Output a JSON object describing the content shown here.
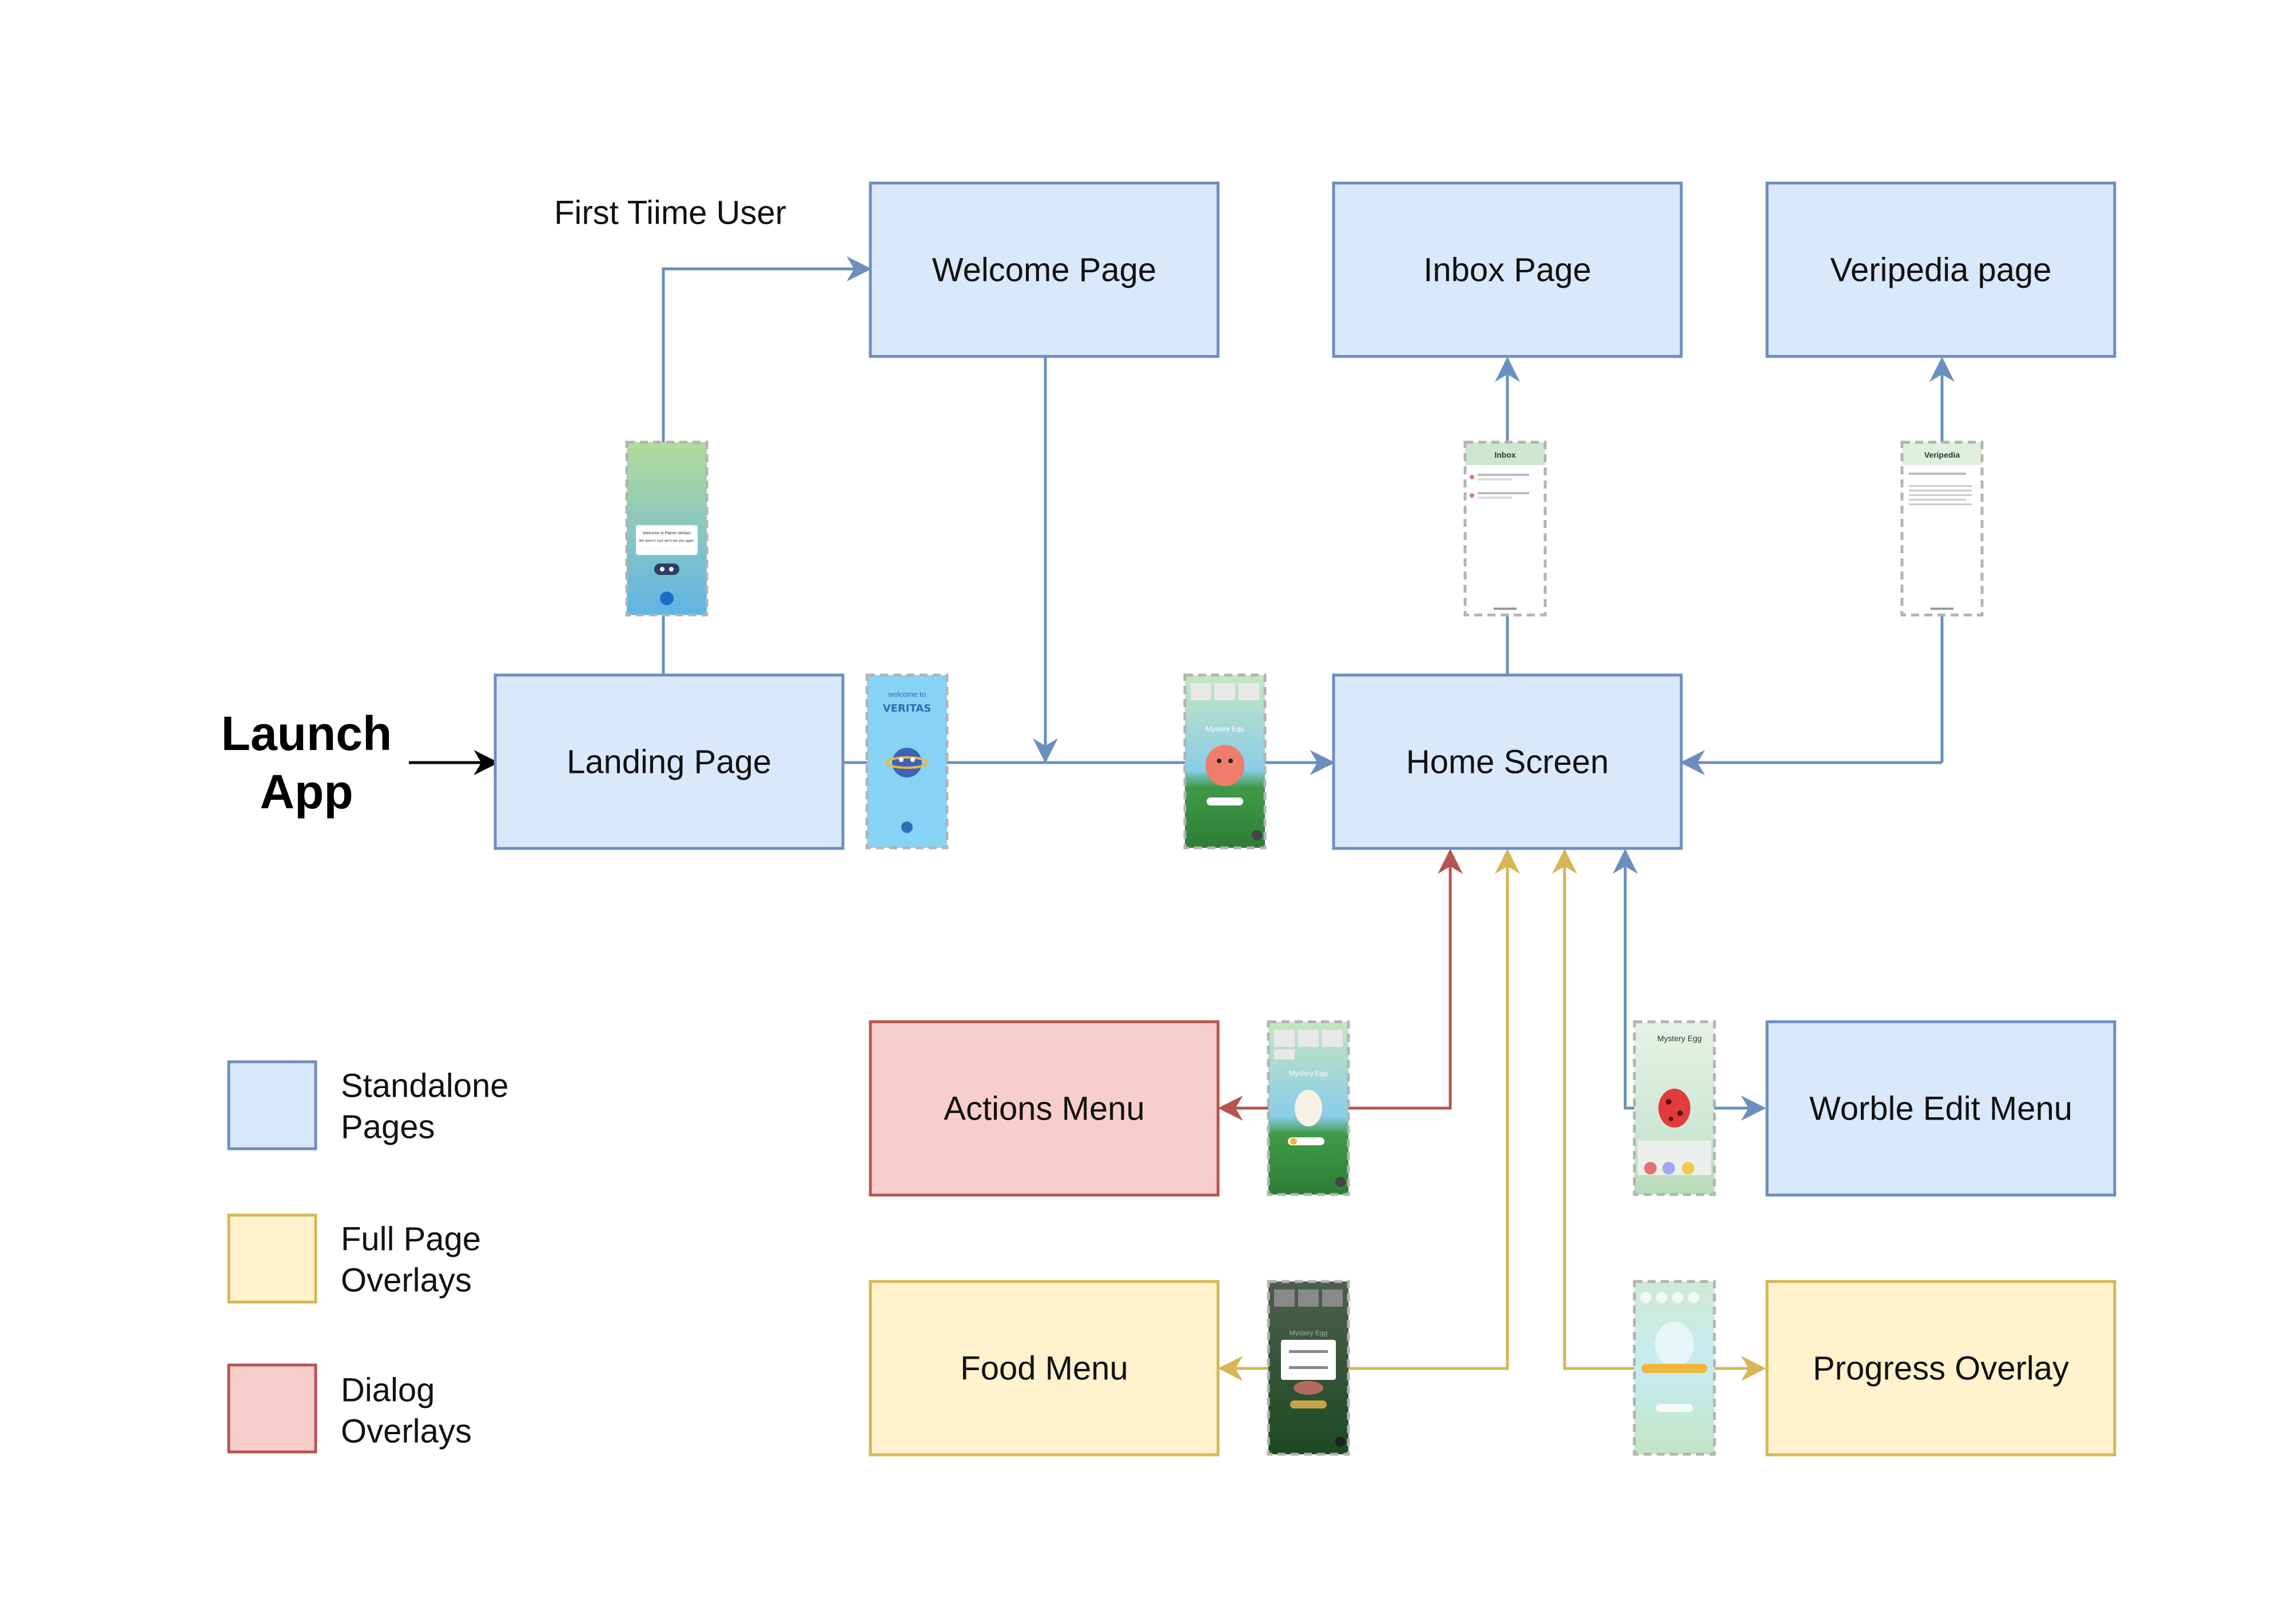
{
  "colors": {
    "standalone_fill": "#dae8fc",
    "standalone_stroke": "#6c8ebf",
    "overlay_fill": "#fff2cc",
    "overlay_stroke": "#d6b656",
    "dialog_fill": "#f8cecc",
    "dialog_stroke": "#b85450",
    "arrow_black": "#000000"
  },
  "launch": {
    "line1": "Launch",
    "line2": "App"
  },
  "first_time_label": "First Tiime User",
  "nodes": {
    "welcome": "Welcome Page",
    "inbox": "Inbox Page",
    "veripedia": "Veripedia page",
    "landing": "Landing Page",
    "home": "Home Screen",
    "actions": "Actions Menu",
    "worble": "Worble Edit Menu",
    "food": "Food Menu",
    "progress": "Progress Overlay"
  },
  "legend": [
    {
      "line1": "Standalone",
      "line2": "Pages",
      "kind": "standalone"
    },
    {
      "line1": "Full Page",
      "line2": "Overlays",
      "kind": "overlay"
    },
    {
      "line1": "Dialog",
      "line2": "Overlays",
      "kind": "dialog"
    }
  ],
  "thumbnails": {
    "welcome_screen": {
      "icon": "welcome-screen-thumbnail",
      "text1": "Welcome to Planet Veritas!",
      "text2": "We weren't sure we'd see you again."
    },
    "veritas_splash": {
      "icon": "veritas-splash-thumbnail",
      "line1": "welcome to",
      "line2": "VERITAS"
    },
    "home_egg": {
      "icon": "home-mystery-egg-thumbnail",
      "title": "Mystery Egg"
    },
    "inbox_screen": {
      "icon": "inbox-screen-thumbnail",
      "title": "Inbox"
    },
    "veripedia_screen": {
      "icon": "veripedia-screen-thumbnail",
      "title": "Veripedia"
    },
    "actions_screen": {
      "icon": "actions-screen-thumbnail",
      "title": "Mystery Egg"
    },
    "worble_screen": {
      "icon": "worble-edit-screen-thumbnail",
      "title": "Mystery Egg"
    },
    "food_screen": {
      "icon": "food-menu-screen-thumbnail",
      "title": "Mystery Egg"
    },
    "progress_screen": {
      "icon": "progress-overlay-screen-thumbnail"
    }
  }
}
